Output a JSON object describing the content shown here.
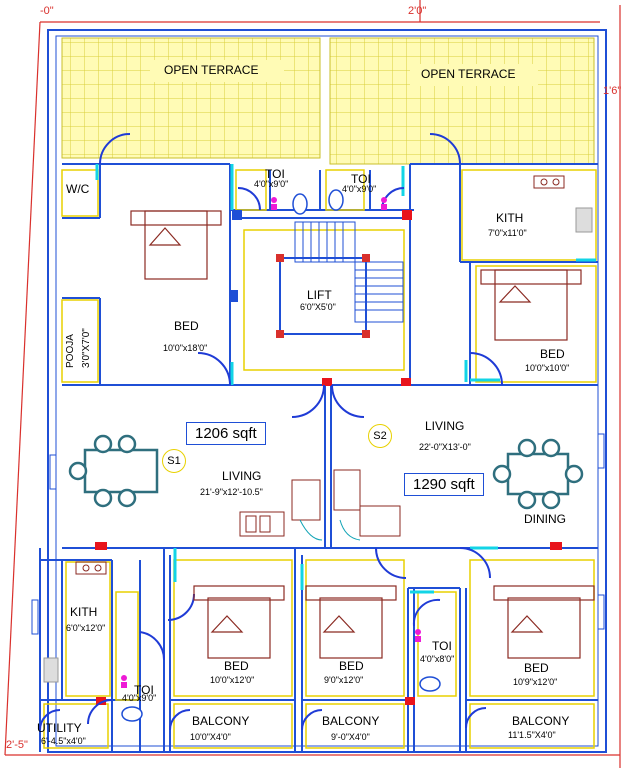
{
  "dims": {
    "top_left": "-0\"",
    "top_mid": "2'0\"",
    "right": "1'6\"",
    "bottom_left": "2'-5\""
  },
  "terrace": {
    "left": "OPEN TERRACE",
    "right": "OPEN TERRACE"
  },
  "rooms": {
    "wc": "W/C",
    "toi_left": {
      "name": "TOI",
      "size": "4'0\"x9'0\""
    },
    "toi_right": {
      "name": "TOI",
      "size": "4'0\"x9'0\""
    },
    "kith_top": {
      "name": "KITH",
      "size": "7'0\"x11'0\""
    },
    "lift": {
      "name": "LIFT",
      "size": "6'0\"X5'0\""
    },
    "bed_top_left": {
      "name": "BED",
      "size": "10'0\"x18'0\""
    },
    "pooja": {
      "name": "POOJA",
      "size": "3'0\"X7'0\""
    },
    "bed_top_right": {
      "name": "BED",
      "size": "10'0\"x10'0\""
    },
    "living_left": {
      "name": "LIVING",
      "size": "21'-9\"x12'-10.5\""
    },
    "living_right": {
      "name": "LIVING",
      "size": "22'-0\"X13'-0\""
    },
    "dining": "DINING",
    "kith_bottom": {
      "name": "KITH",
      "size": "6'0\"x12'0\""
    },
    "bed_b1": {
      "name": "BED",
      "size": "10'0\"x12'0\""
    },
    "bed_b2": {
      "name": "BED",
      "size": "9'0\"x12'0\""
    },
    "toi_b_right": {
      "name": "TOI",
      "size": "4'0\"x8'0\""
    },
    "bed_b3": {
      "name": "BED",
      "size": "10'9\"x12'0\""
    },
    "toi_b_left": {
      "name": "TOI",
      "size": "4'0\"x9'0\""
    },
    "utility": {
      "name": "UTILITY",
      "size": "6'-4.5\"x4'0\""
    },
    "balcony1": {
      "name": "BALCONY",
      "size": "10'0\"X4'0\""
    },
    "balcony2": {
      "name": "BALCONY",
      "size": "9'-0\"X4'0\""
    },
    "balcony3": {
      "name": "BALCONY",
      "size": "11'1.5\"X4'0\""
    }
  },
  "areas": {
    "left": "1206 sqft",
    "right": "1290 sqft"
  },
  "tags": {
    "left": "S1",
    "right": "S2"
  }
}
